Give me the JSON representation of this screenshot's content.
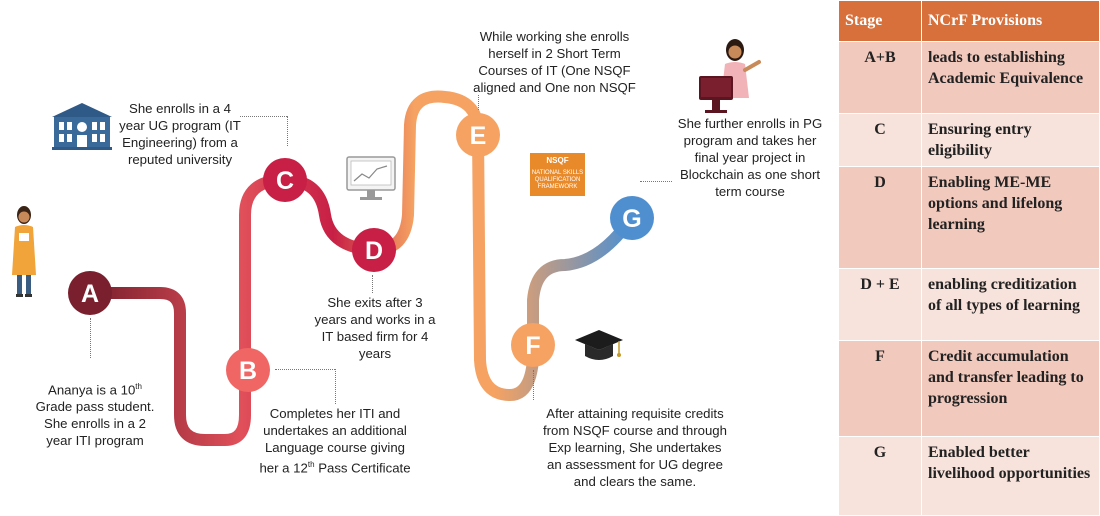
{
  "nodes": [
    {
      "letter": "A",
      "color": "#7a1f2d"
    },
    {
      "letter": "B",
      "color": "#ef6664"
    },
    {
      "letter": "C",
      "color": "#c71f45"
    },
    {
      "letter": "D",
      "color": "#c71f45"
    },
    {
      "letter": "E",
      "color": "#f5a262"
    },
    {
      "letter": "F",
      "color": "#f5a262"
    },
    {
      "letter": "G",
      "color": "#4f8fd0"
    }
  ],
  "captions": {
    "a_line1": "Ananya is a 10",
    "a_sup": "th",
    "a_line2": "Grade pass student.",
    "a_line3": "She enrolls in a 2",
    "a_line4": "year ITI program",
    "b_line1": "Completes her ITI and",
    "b_line2": "undertakes an additional",
    "b_line3": "Language course giving",
    "b_line4a": "her a 12",
    "b_sup": "th",
    "b_line4b": " Pass Certificate",
    "c_line1": "She enrolls in a 4",
    "c_line2": "year UG program (IT",
    "c_line3": "Engineering) from a",
    "c_line4": "reputed university",
    "d_line1": "She exits after 3",
    "d_line2": "years and works in a",
    "d_line3": "IT based firm for 4",
    "d_line4": "years",
    "e_line1": "While working she enrolls",
    "e_line2": "herself in 2 Short Term",
    "e_line3": "Courses of IT (One NSQF",
    "e_line4": "aligned and One non NSQF",
    "f_line1": "After attaining requisite credits",
    "f_line2": "from NSQF course and through",
    "f_line3": "Exp learning, She undertakes",
    "f_line4": "an assessment for UG degree",
    "f_line5": "and clears the same.",
    "g_line1": "She further enrolls in PG",
    "g_line2": "program and takes her",
    "g_line3": "final year project in",
    "g_line4": "Blockchain as one short",
    "g_line5": "term course"
  },
  "nsqf_box": {
    "line1": "NSQF",
    "line2": "NATIONAL SKILLS",
    "line3": "QUALIFICATION",
    "line4": "FRAMEWORK"
  },
  "table": {
    "header_stage": "Stage",
    "header_provisions": "NCrF Provisions",
    "rows": [
      {
        "stage": "A+B",
        "provision": "leads to establishing Academic Equivalence"
      },
      {
        "stage": "C",
        "provision": "Ensuring entry eligibility"
      },
      {
        "stage": "D",
        "provision": "Enabling ME-ME options and lifelong learning"
      },
      {
        "stage": "D + E",
        "provision": "enabling creditization of all types of learning"
      },
      {
        "stage": "F",
        "provision": "Credit accumulation and transfer leading to progression"
      },
      {
        "stage": "G",
        "provision": "Enabled better livelihood opportunities"
      }
    ]
  },
  "icons": [
    "university-building-icon",
    "student-girl-icon",
    "monitor-chart-icon",
    "graduation-cap-icon",
    "teacher-woman-icon"
  ]
}
